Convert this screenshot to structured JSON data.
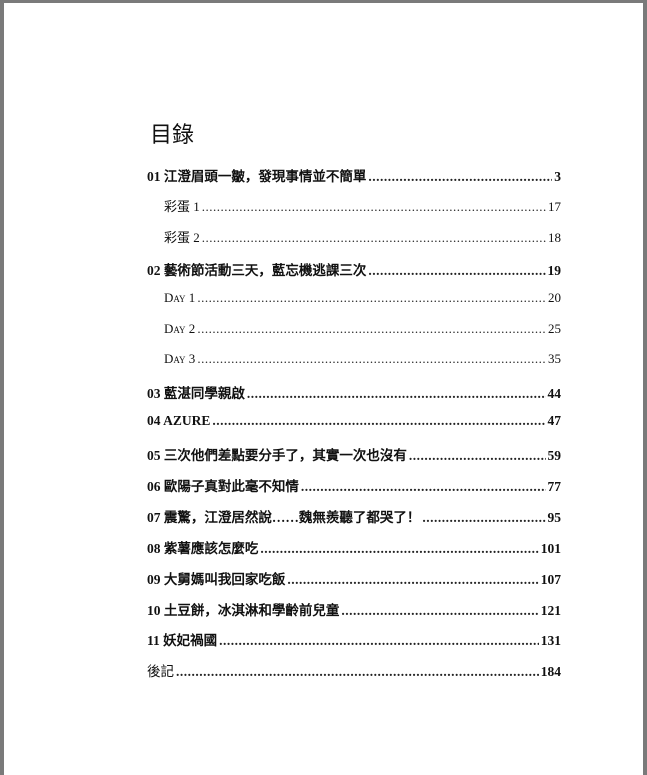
{
  "toc": {
    "title": "目錄",
    "entries": [
      {
        "label": "01 江澄眉頭一皺，發現事情並不簡單",
        "page": "3"
      },
      {
        "label": "彩蛋 1",
        "page": "17"
      },
      {
        "label": "彩蛋 2",
        "page": "18"
      },
      {
        "label": "02 藝術節活動三天，藍忘機逃課三次",
        "page": "19"
      },
      {
        "label": "Day 1",
        "page": "20"
      },
      {
        "label": "Day 2",
        "page": "25"
      },
      {
        "label": "Day 3",
        "page": "35"
      },
      {
        "label": "03 藍湛同學親啟",
        "page": "44"
      },
      {
        "label": "04 AZURE",
        "page": "47"
      },
      {
        "label": "05 三次他們差點要分手了，其實一次也沒有",
        "page": "59"
      },
      {
        "label": "06 歐陽子真對此毫不知情",
        "page": "77"
      },
      {
        "label": "07 震驚，江澄居然說……魏無羨聽了都哭了！",
        "page": "95"
      },
      {
        "label": "08 紫薯應該怎麼吃",
        "page": "101"
      },
      {
        "label": "09 大舅媽叫我回家吃飯",
        "page": "107"
      },
      {
        "label": "10 土豆餅，冰淇淋和學齡前兒童",
        "page": "121"
      },
      {
        "label": "11 妖妃禍國",
        "page": "131"
      },
      {
        "label": "後記",
        "page": "184"
      }
    ]
  }
}
